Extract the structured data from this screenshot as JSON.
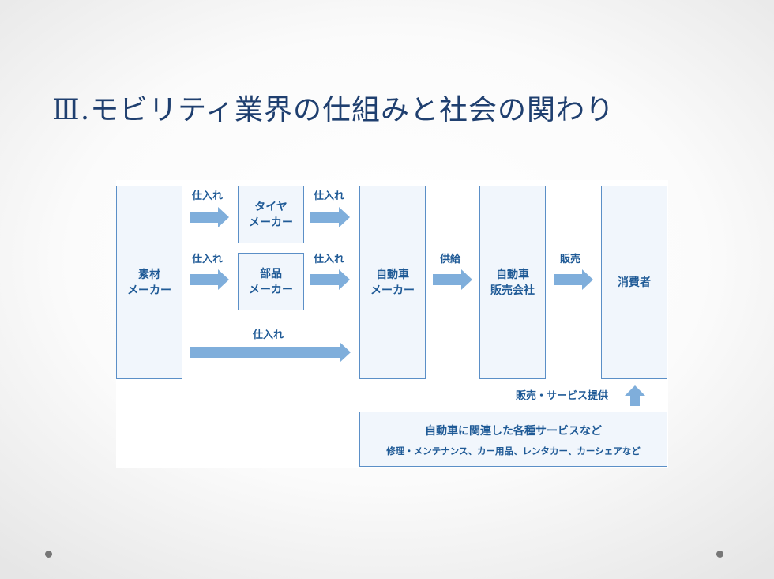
{
  "title": "Ⅲ.モビリティ業界の仕組みと社会の関わり",
  "boxes": {
    "material_maker": [
      "素材",
      "メーカー"
    ],
    "tire_maker": [
      "タイヤ",
      "メーカー"
    ],
    "parts_maker": [
      "部品",
      "メーカー"
    ],
    "auto_maker": [
      "自動車",
      "メーカー"
    ],
    "auto_dealer": [
      "自動車",
      "販売会社"
    ],
    "consumer": [
      "消費者"
    ]
  },
  "arrows": {
    "procure_tire_in": "仕入れ",
    "procure_tire_out": "仕入れ",
    "procure_parts_in": "仕入れ",
    "procure_parts_out": "仕入れ",
    "procure_direct": "仕入れ",
    "supply": "供給",
    "sales": "販売",
    "services": "販売・サービス提供"
  },
  "services_box": {
    "main": "自動車に関連した各種サービスなど",
    "sub": "修理・メンテナンス、カー用品、レンタカー、カーシェアなど"
  },
  "colors": {
    "title": "#1f3f6f",
    "text": "#1f5a96",
    "box_fill": "#f1f6fc",
    "box_border": "#5b8fc7",
    "arrow": "#7faedb"
  }
}
